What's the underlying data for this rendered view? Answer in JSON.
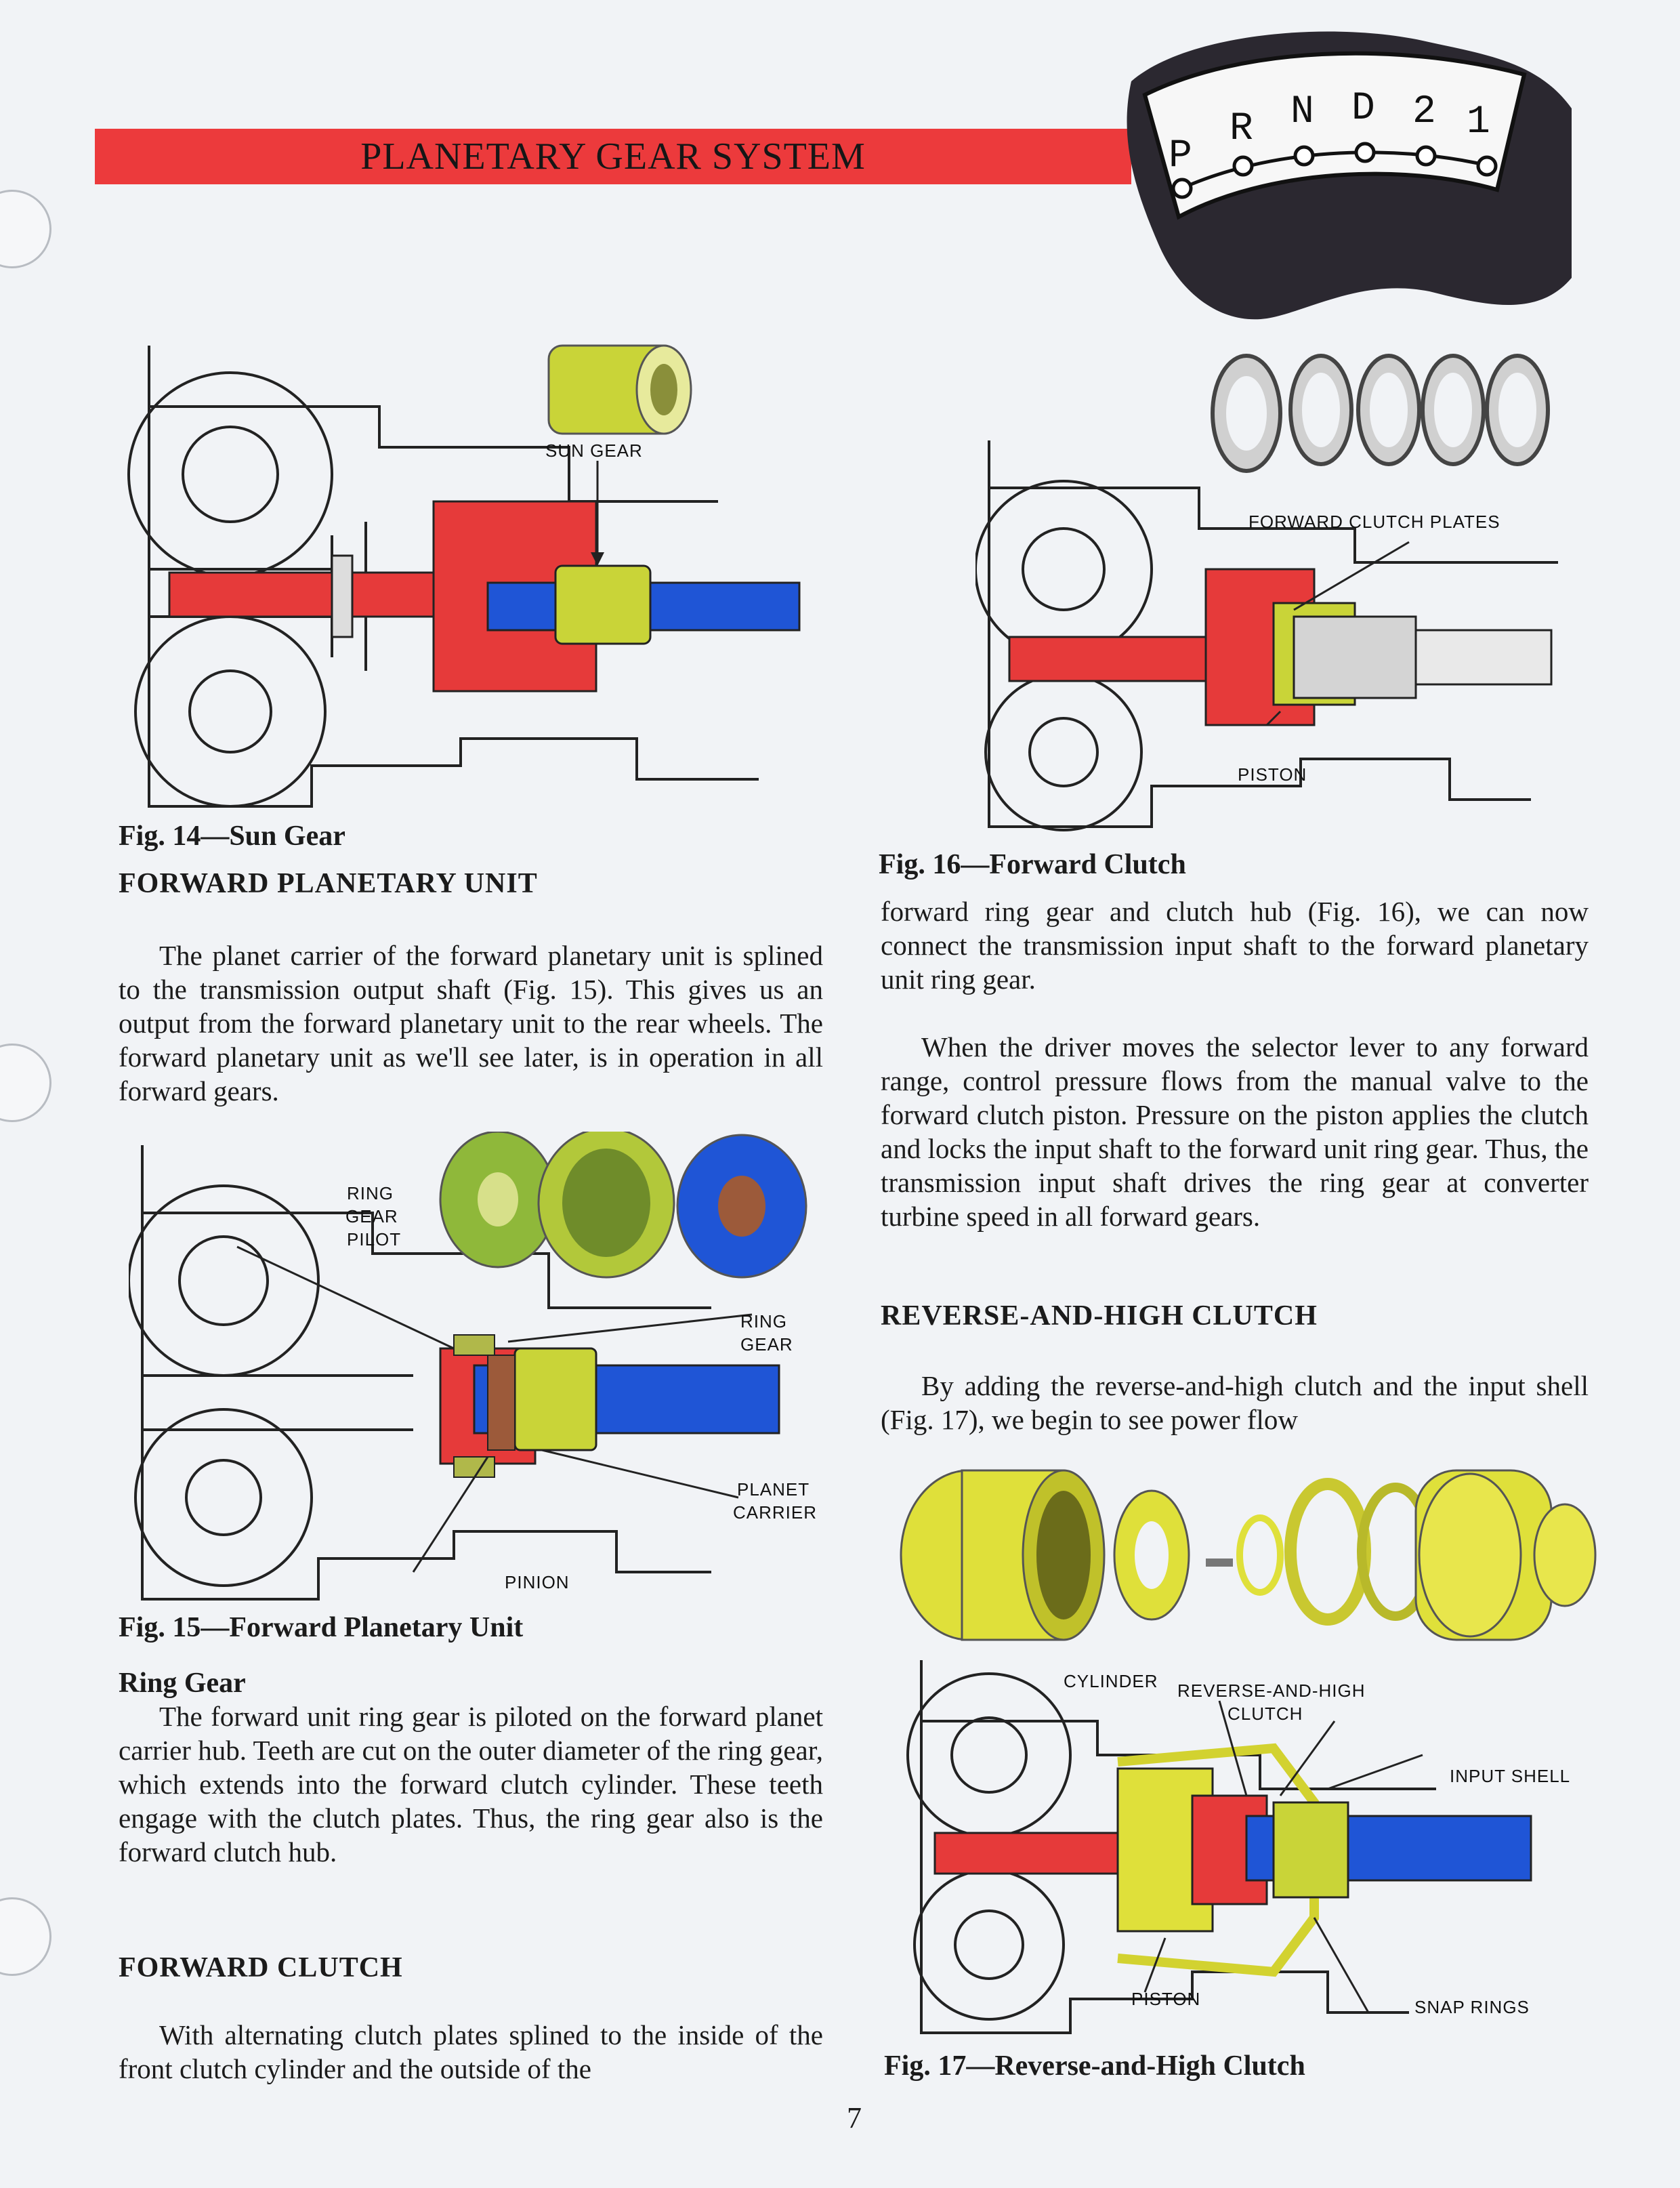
{
  "header": {
    "title": "PLANETARY GEAR SYSTEM"
  },
  "selector": {
    "letters": [
      "P",
      "R",
      "N",
      "D",
      "2",
      "1"
    ]
  },
  "figures": {
    "fig14": {
      "caption": "Fig. 14—Sun Gear",
      "labels": {
        "sun_gear": "SUN GEAR"
      }
    },
    "fig15": {
      "caption": "Fig. 15—Forward Planetary Unit",
      "labels": {
        "ring_gear_pilot_1": "RING",
        "ring_gear_pilot_2": "GEAR",
        "ring_gear_pilot_3": "PILOT",
        "ring_gear_1": "RING",
        "ring_gear_2": "GEAR",
        "planet_carrier_1": "PLANET",
        "planet_carrier_2": "CARRIER",
        "pinion": "PINION"
      }
    },
    "fig16": {
      "caption": "Fig. 16—Forward Clutch",
      "labels": {
        "forward_clutch_plates": "FORWARD CLUTCH PLATES",
        "piston": "PISTON"
      }
    },
    "fig17": {
      "caption": "Fig. 17—Reverse-and-High Clutch",
      "labels": {
        "cylinder": "CYLINDER",
        "rah_clutch_1": "REVERSE-AND-HIGH",
        "rah_clutch_2": "CLUTCH",
        "input_shell": "INPUT SHELL",
        "piston": "PISTON",
        "snap_rings": "SNAP RINGS"
      }
    }
  },
  "left_column": {
    "forward_planetary_heading": "FORWARD PLANETARY UNIT",
    "forward_planetary_text": "The planet carrier of the forward planetary unit is splined to the transmission output shaft (Fig. 15). This gives us an output from the forward planetary unit to the rear wheels. The forward planetary unit as we'll see later, is in operation in all forward gears.",
    "ring_gear_heading": "Ring Gear",
    "ring_gear_text": "The forward unit ring gear is piloted on the forward planet carrier hub. Teeth are cut on the outer diameter of the ring gear, which extends into the forward clutch cylinder. These teeth engage with the clutch plates. Thus, the ring gear also is the forward clutch hub.",
    "forward_clutch_heading": "FORWARD CLUTCH",
    "forward_clutch_text": "With alternating clutch plates splined to the inside of the front clutch cylinder and the outside of the"
  },
  "right_column": {
    "continued_text": "forward ring gear and clutch hub (Fig. 16), we can now connect the transmission input shaft to the forward planetary unit ring gear.",
    "selector_text": "When the driver moves the selector lever to any forward range, control pressure flows from the manual valve to the forward clutch piston. Pressure on the piston applies the clutch and locks the input shaft to the forward unit ring gear. Thus, the transmission input shaft drives the ring gear at converter turbine speed in all forward gears.",
    "rah_heading": "REVERSE-AND-HIGH CLUTCH",
    "rah_text": "By adding the reverse-and-high clutch and the input shell (Fig. 17), we begin to see power flow"
  },
  "page_number": "7"
}
